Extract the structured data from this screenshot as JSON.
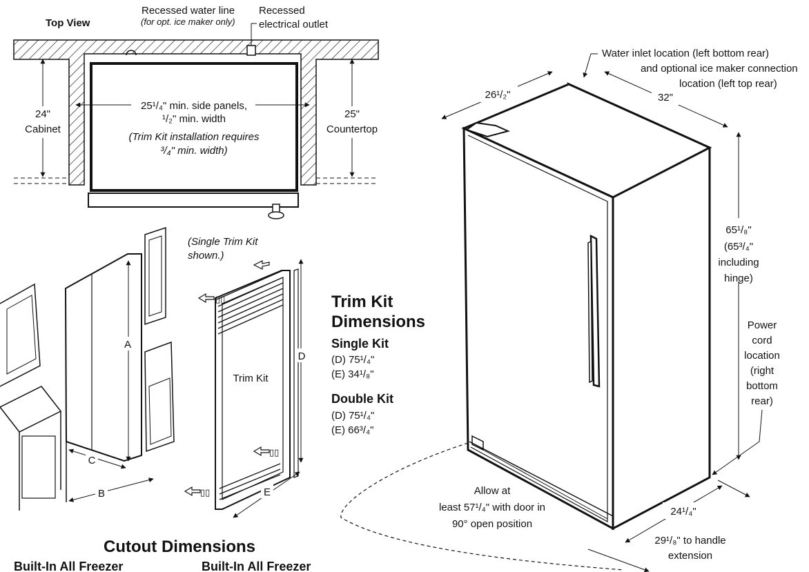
{
  "top_view": {
    "title": "Top View",
    "water_line": "Recessed water line",
    "water_line_note": "(for opt. ice maker only)",
    "outlet_1": "Recessed",
    "outlet_2": "electrical outlet",
    "cabinet_value": "24\"",
    "cabinet_label": "Cabinet",
    "countertop_value": "25\"",
    "countertop_label": "Countertop",
    "side_panels_1": "25¹/₄\" min. side panels,",
    "side_panels_2": "¹/₂\" min. width",
    "trim_note_1": "(Trim Kit installation requires",
    "trim_note_2": "³/₄\" min. width)"
  },
  "cutout": {
    "single_trim_1": "(Single Trim Kit",
    "single_trim_2": "shown.)",
    "label_a": "A",
    "label_b": "B",
    "label_c": "C",
    "label_d": "D",
    "label_e": "E",
    "trim_kit": "Trim Kit",
    "title": "Cutout Dimensions",
    "col1_head": "Built-In All Freezer",
    "col2_head": "Built-In All Freezer"
  },
  "trim_kit_dims": {
    "title_1": "Trim Kit",
    "title_2": "Dimensions",
    "single_head": "Single Kit",
    "single_d": "(D) 75¹/₄\"",
    "single_e": "(E) 34¹/₈\"",
    "double_head": "Double Kit",
    "double_d": "(D) 75¹/₄\"",
    "double_e": "(E) 66³/₄\""
  },
  "freezer": {
    "water_inlet_1": "Water inlet location (left bottom rear)",
    "water_inlet_2": "and optional ice maker connection",
    "water_inlet_3": "location (left top rear)",
    "width": "26¹/₂\"",
    "depth": "32\"",
    "height_1": "65¹/₈\"",
    "height_2": "(65³/₄\"",
    "height_3": "including",
    "height_4": "hinge)",
    "power_1": "Power",
    "power_2": "cord",
    "power_3": "location",
    "power_4": "(right",
    "power_5": "bottom",
    "power_6": "rear)",
    "allow_1": "Allow at",
    "allow_2": "least 57¹/₄\" with door in",
    "allow_3": "90° open position",
    "depth_body": "24¹/₄\"",
    "depth_handle_1": "29¹/₈\" to handle",
    "depth_handle_2": "extension"
  }
}
